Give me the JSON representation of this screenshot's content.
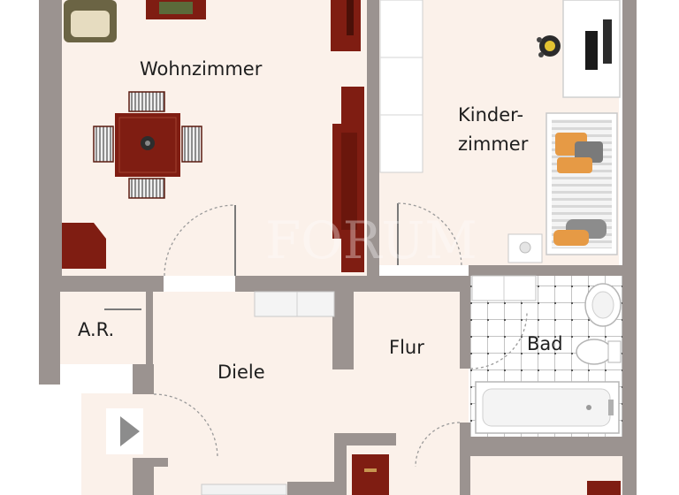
{
  "rooms": {
    "wohnzimmer": "Wohnzimmer",
    "kinderzimmer_line1": "Kinder-",
    "kinderzimmer_line2": "zimmer",
    "abstellraum": "A.R.",
    "diele": "Diele",
    "flur": "Flur",
    "bad": "Bad"
  },
  "colors": {
    "floor": "#fbf1ea",
    "wall": "#9b9390",
    "wood": "#7f1d12",
    "tile_grid": "#6c6c6c"
  },
  "icons": [
    "entrance-arrow-icon"
  ]
}
